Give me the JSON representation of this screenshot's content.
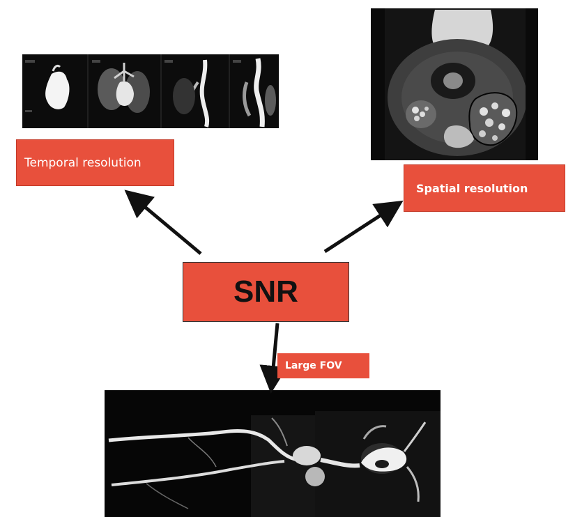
{
  "diagram": {
    "center_label": "SNR",
    "temporal_label": "Temporal resolution",
    "spatial_label": "Spatial resolution",
    "fov_label": "Large FOV"
  },
  "colors": {
    "box_fill": "#e8503c",
    "arrow": "#111111",
    "image_background": "#0a0a0a"
  }
}
